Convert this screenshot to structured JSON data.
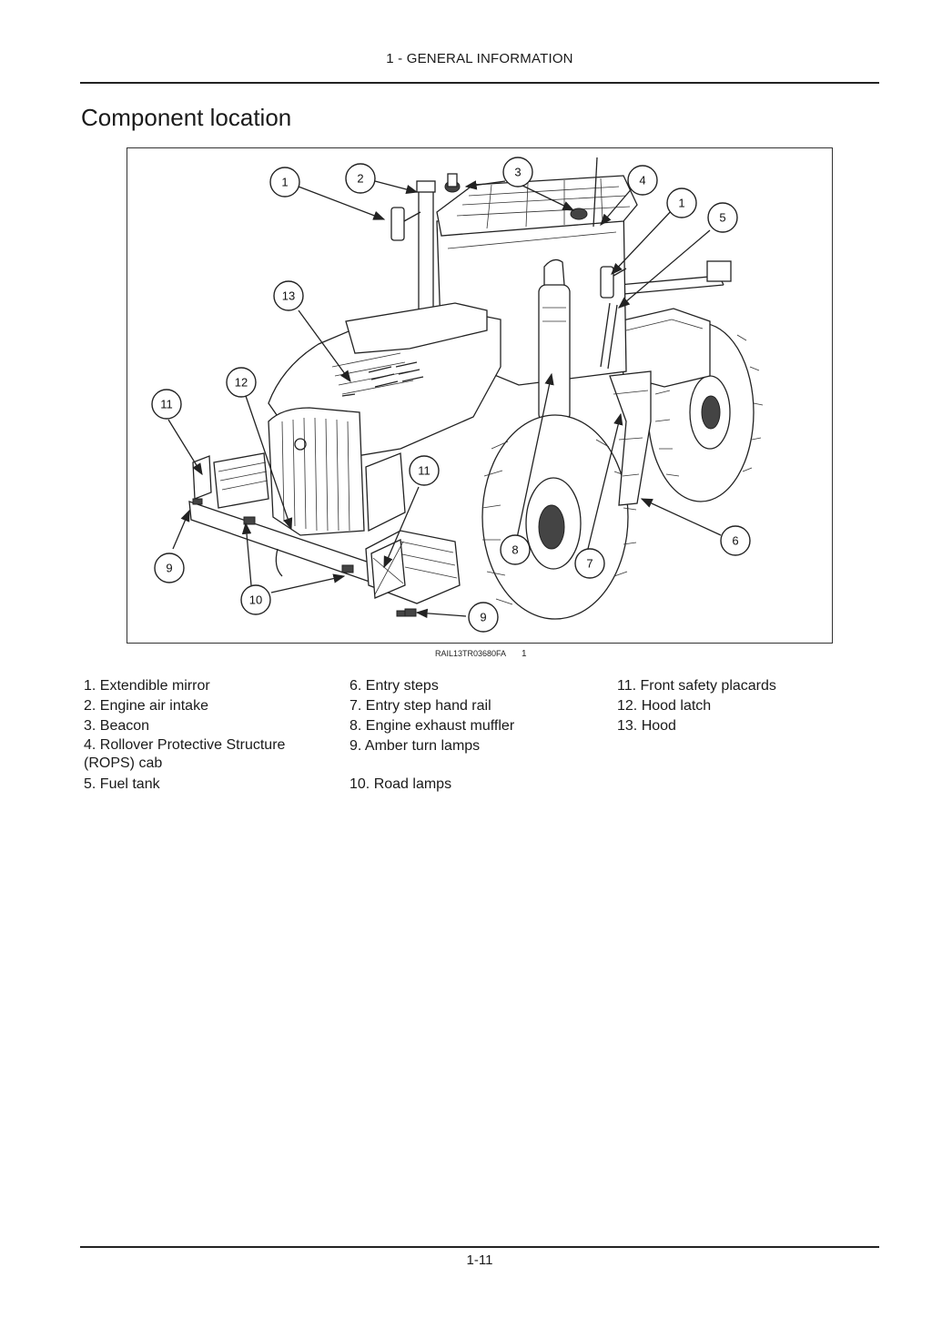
{
  "header": {
    "section": "1 - GENERAL INFORMATION"
  },
  "page_title": "Component location",
  "figure": {
    "image_code": "RAIL13TR03680FA",
    "figure_number": "1",
    "callouts": [
      "1",
      "2",
      "3",
      "4",
      "1",
      "5",
      "13",
      "12",
      "11",
      "11",
      "6",
      "8",
      "7",
      "9",
      "10",
      "9"
    ]
  },
  "legend": {
    "column1": [
      "1.  Extendible mirror",
      "2.  Engine air intake",
      "3.  Beacon",
      "4.  Rollover Protective Structure (ROPS) cab",
      "5.  Fuel tank"
    ],
    "column2": [
      "6.  Entry steps",
      "7.  Entry step hand rail",
      "8.  Engine exhaust muffler",
      "9.  Amber turn lamps",
      "10.  Road lamps"
    ],
    "column3": [
      "11.  Front safety placards",
      "12.  Hood latch",
      "13.  Hood"
    ]
  },
  "footer": {
    "page_number": "1-11"
  }
}
